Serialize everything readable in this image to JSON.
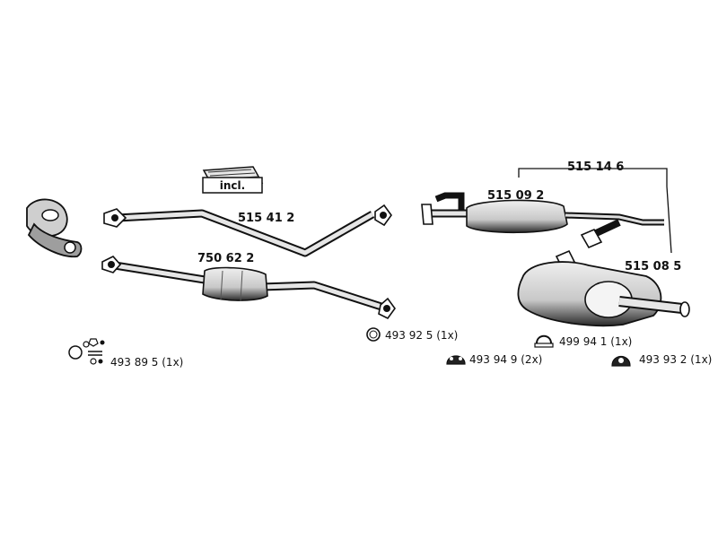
{
  "parts": {
    "kit_label": "incl.",
    "front_pipe": "515 41 2",
    "catalytic_converter": "750 62 2",
    "center_silencer": "515 09 2",
    "rear_assembly": "515 14 6",
    "rear_silencer": "515 08 5"
  },
  "accessories": {
    "mounting_kit": "493 89 5 (1x)",
    "seal_ring": "493 92 5 (1x)",
    "rubber_mount_a": "493 94 9 (2x)",
    "clamp": "499 94 1 (1x)",
    "rubber_mount_b": "493 93 2 (1x)"
  },
  "colors": {
    "line": "#111111",
    "part_fill": "#d4d4d4",
    "shadow": "#222222"
  }
}
